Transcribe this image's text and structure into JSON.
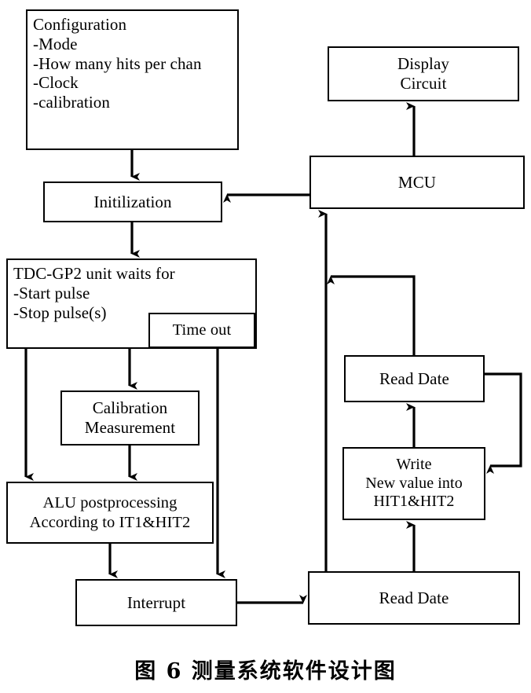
{
  "figure": {
    "caption": "图 6    测量系统软件设计图",
    "caption_label": "图 6",
    "caption_title": "测量系统软件设计图"
  },
  "nodes": {
    "configuration": {
      "label": "Configuration\n-Mode\n-How many hits per chan\n-Clock\n-calibration"
    },
    "display_circuit": {
      "label": "Display\nCircuit"
    },
    "mcu": {
      "label": "MCU"
    },
    "initilization": {
      "label": "Initilization"
    },
    "tdc_gp2": {
      "label": "TDC-GP2 unit waits for\n-Start pulse\n-Stop pulse(s)"
    },
    "time_out": {
      "label": "Time out"
    },
    "calibration_measurement": {
      "label": "Calibration\nMeasurement"
    },
    "read_date_middle": {
      "label": "Read Date"
    },
    "write_new_value": {
      "label": "Write\nNew value into\nHIT1&HIT2"
    },
    "alu_postprocessing": {
      "label": "ALU postprocessing\nAccording to IT1&HIT2"
    },
    "interrupt": {
      "label": "Interrupt"
    },
    "read_date_bottom": {
      "label": "Read Date"
    }
  },
  "edges": [
    {
      "from": "configuration",
      "to": "initilization",
      "style": "vertical-arrow-down"
    },
    {
      "from": "initilization",
      "to": "tdc_gp2",
      "style": "vertical-arrow-down"
    },
    {
      "from": "tdc_gp2",
      "to": "calibration_measurement",
      "style": "vertical-arrow-down"
    },
    {
      "from": "tdc_gp2",
      "to": "alu_postprocessing",
      "style": "vertical-arrow-down-left"
    },
    {
      "from": "calibration_measurement",
      "to": "alu_postprocessing",
      "style": "vertical-arrow-down"
    },
    {
      "from": "time_out",
      "to": "interrupt",
      "style": "vertical-arrow-down-right"
    },
    {
      "from": "alu_postprocessing",
      "to": "interrupt",
      "style": "vertical-arrow-down"
    },
    {
      "from": "interrupt",
      "to": "read_date_bottom",
      "style": "horizontal-arrow-right"
    },
    {
      "from": "read_date_bottom",
      "to": "write_new_value",
      "style": "vertical-arrow-up"
    },
    {
      "from": "write_new_value",
      "to": "read_date_middle",
      "style": "vertical-arrow-up"
    },
    {
      "from": "read_date_middle",
      "to": "write_new_value",
      "style": "right-loop-back-arrow"
    },
    {
      "from": "read_date_middle",
      "to": "mcu-feed",
      "style": "elbow-arrow-left"
    },
    {
      "from": "read_date_bottom",
      "to": "mcu",
      "style": "vertical-arrow-up"
    },
    {
      "from": "mcu",
      "to": "initilization",
      "style": "horizontal-arrow-left"
    },
    {
      "from": "mcu",
      "to": "display_circuit",
      "style": "vertical-arrow-up"
    }
  ],
  "colors": {
    "stroke": "#000000",
    "background": "#ffffff"
  }
}
